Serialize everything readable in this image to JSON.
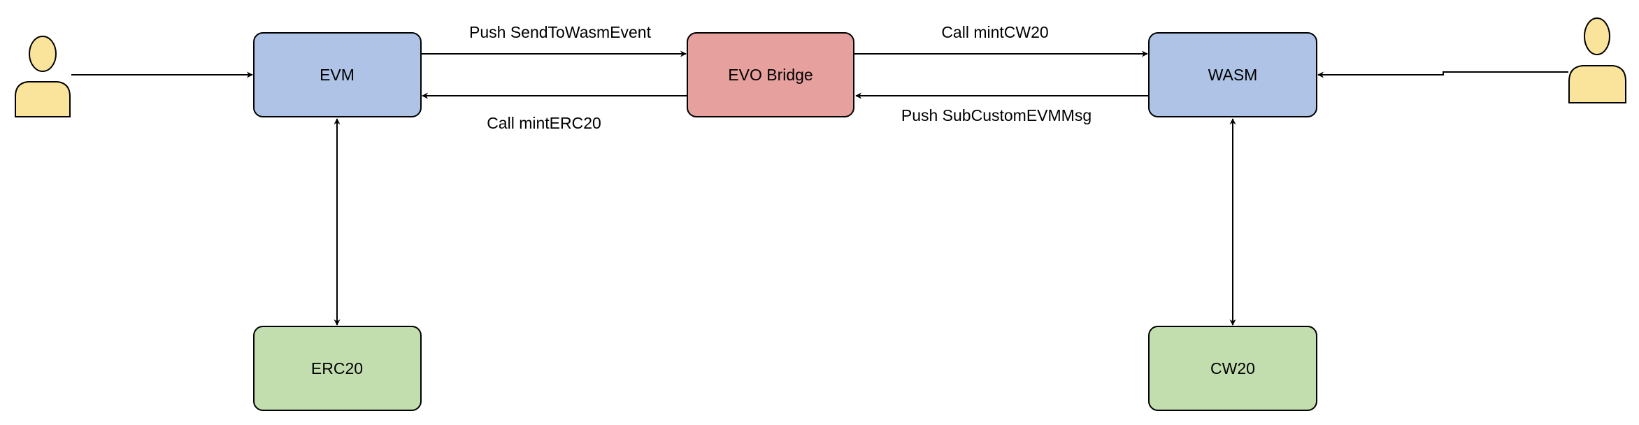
{
  "nodes": {
    "evm": {
      "label": "EVM",
      "color": "#aec3e6"
    },
    "bridge": {
      "label": "EVO Bridge",
      "color": "#e6a09d"
    },
    "wasm": {
      "label": "WASM",
      "color": "#aec3e6"
    },
    "erc20": {
      "label": "ERC20",
      "color": "#c3deae"
    },
    "cw20": {
      "label": "CW20",
      "color": "#c3deae"
    }
  },
  "actors": {
    "left": {
      "icon": "user-icon",
      "color": "#fae39a"
    },
    "right": {
      "icon": "user-icon",
      "color": "#fae39a"
    }
  },
  "edges": {
    "push_send_to_wasm": {
      "label": "Push SendToWasmEvent"
    },
    "call_mint_erc20": {
      "label": "Call mintERC20"
    },
    "call_mint_cw20": {
      "label": "Call mintCW20"
    },
    "push_sub_custom_evm": {
      "label": "Push SubCustomEVMMsg"
    }
  }
}
